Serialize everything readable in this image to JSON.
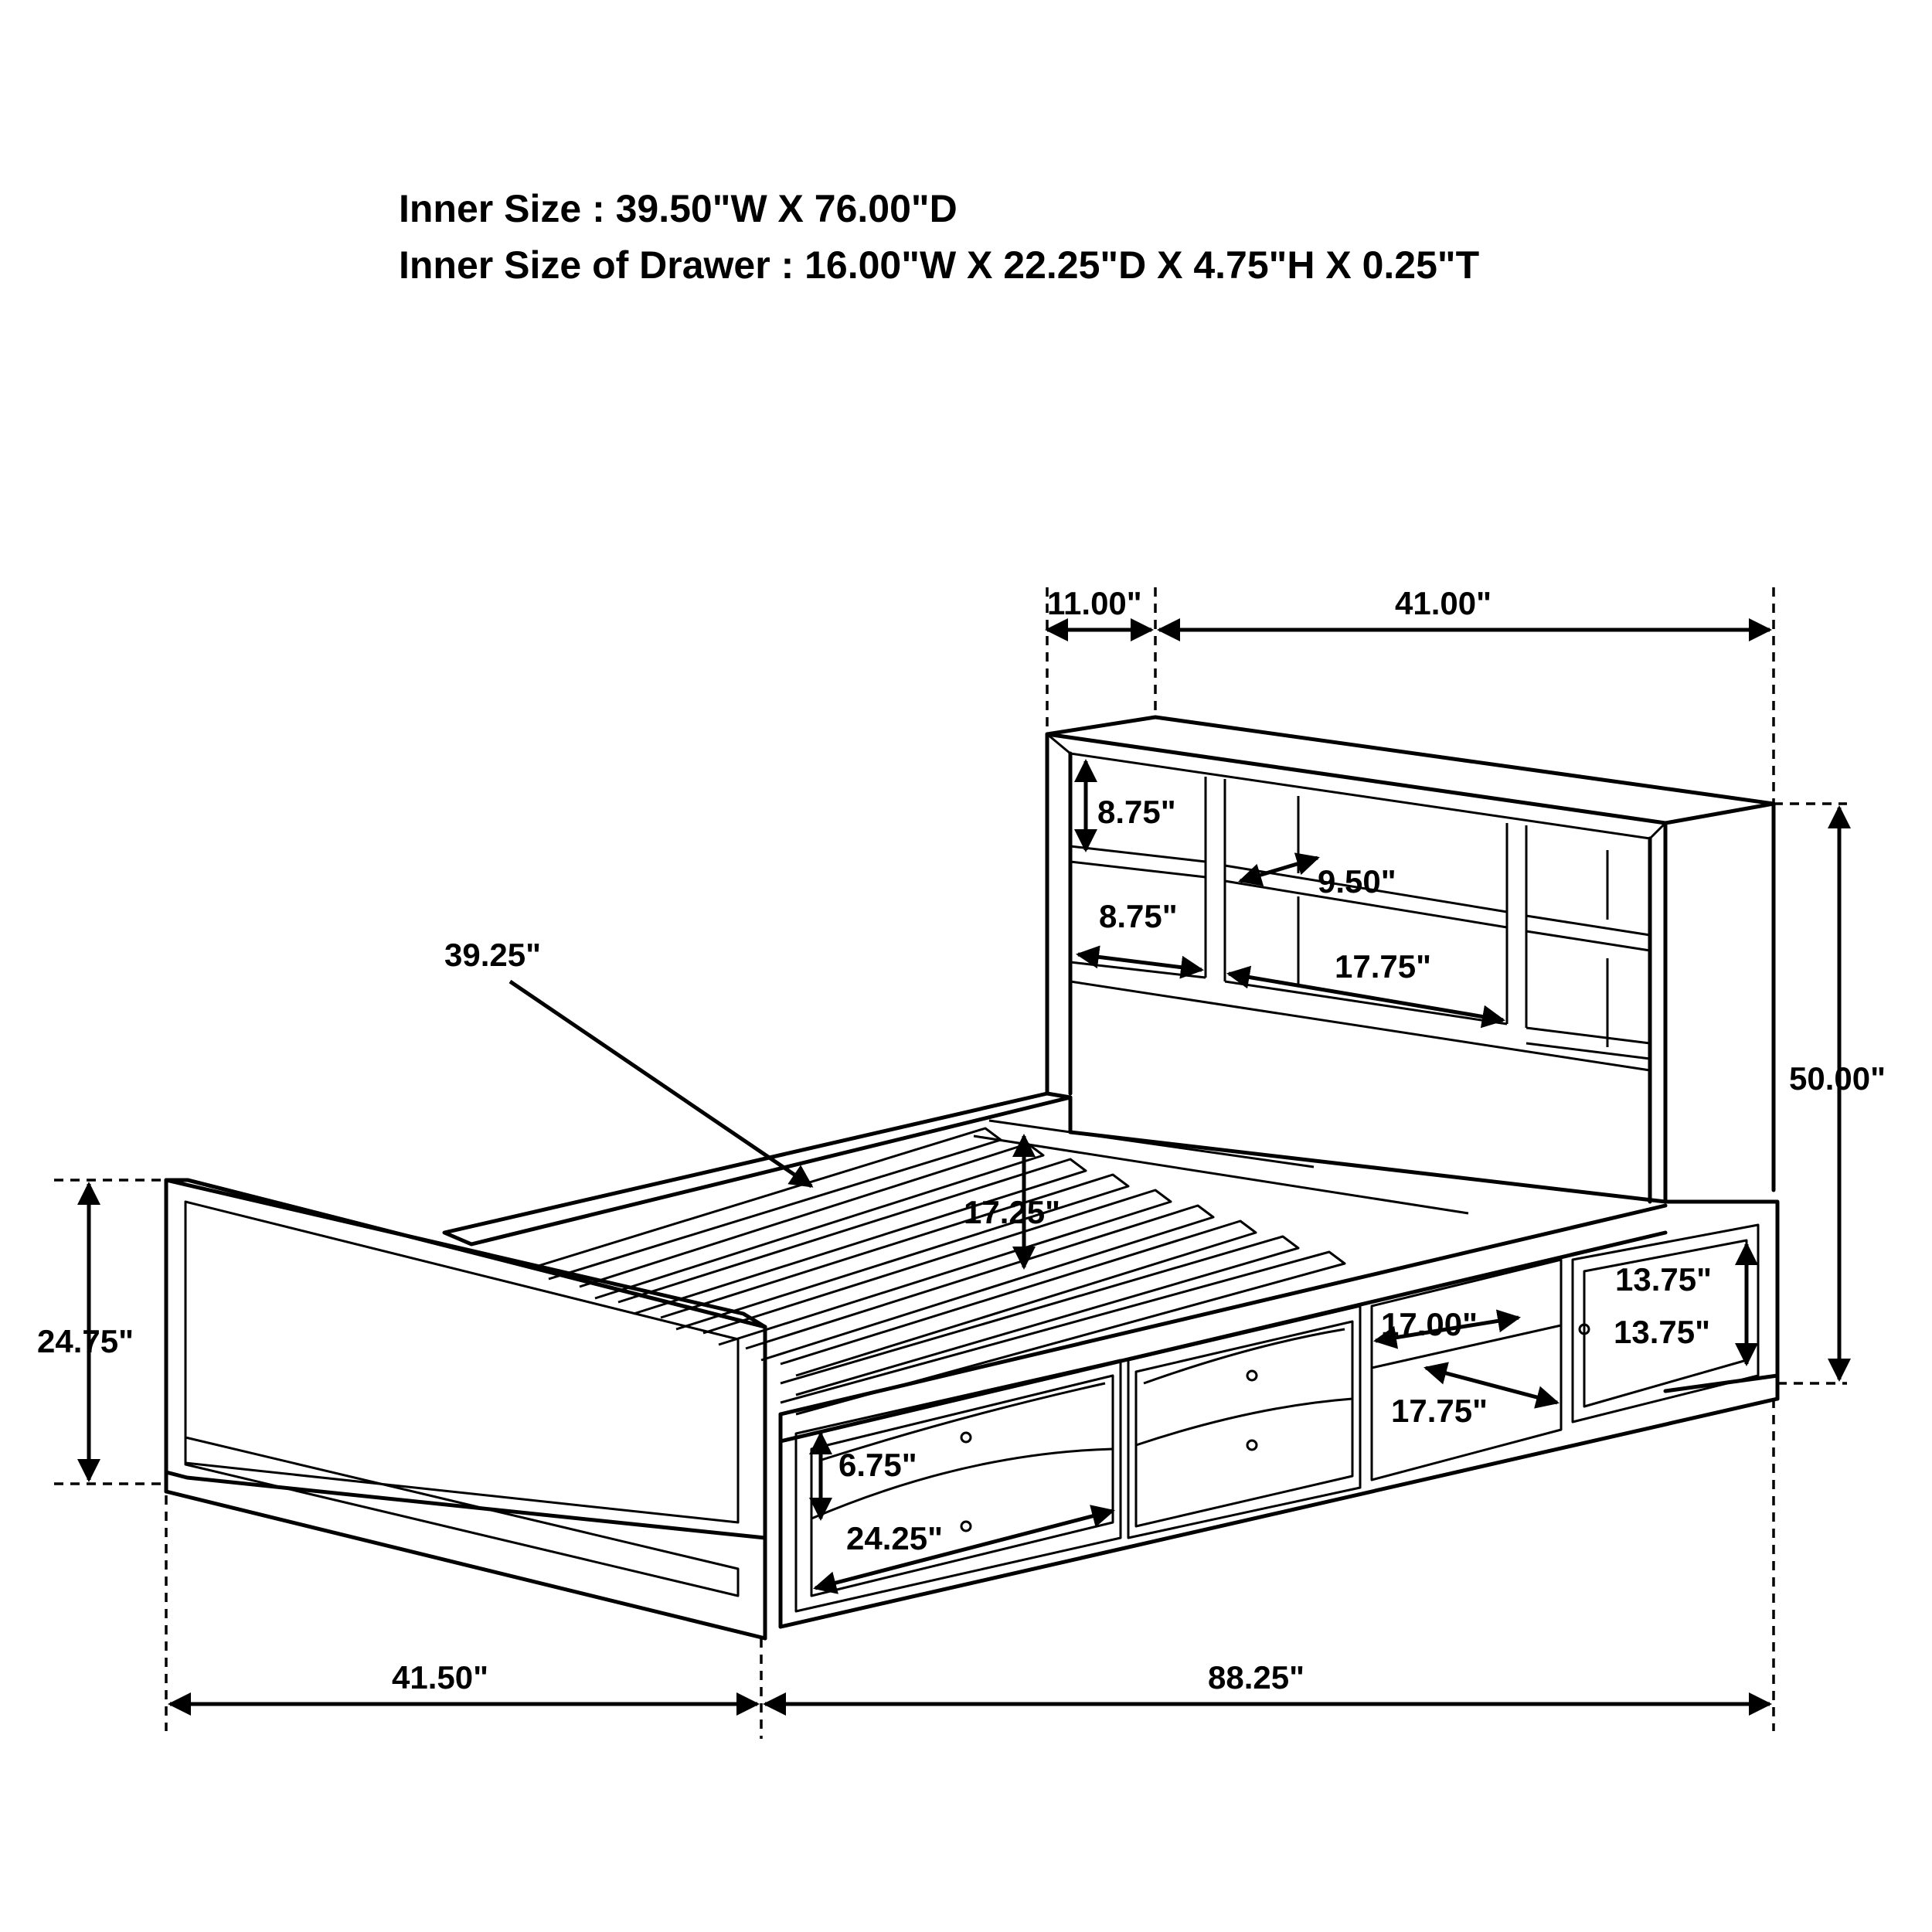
{
  "header": {
    "inner_size": "Inner Size : 39.50\"W X 76.00\"D",
    "drawer_size": "Inner Size of Drawer : 16.00\"W X 22.25\"D X 4.75\"H X 0.25\"T"
  },
  "dimensions": {
    "headboard_shelf_depth": "11.00\"",
    "headboard_width": "41.00\"",
    "shelf_height_top": "8.75\"",
    "shelf_height_mid": "8.75\"",
    "shelf_small_width": "9.50\"",
    "shelf_large_width": "17.75\"",
    "overall_height": "50.00\"",
    "slat_length": "39.25\"",
    "under_rail_height": "17.25\"",
    "footboard_height": "24.75\"",
    "door_height": "13.75\"",
    "door_width": "13.75\"",
    "cubby_width": "17.00\"",
    "cubby_depth": "17.75\"",
    "drawer_height": "6.75\"",
    "drawer_width": "24.25\"",
    "overall_width": "41.50\"",
    "overall_length": "88.25\""
  }
}
